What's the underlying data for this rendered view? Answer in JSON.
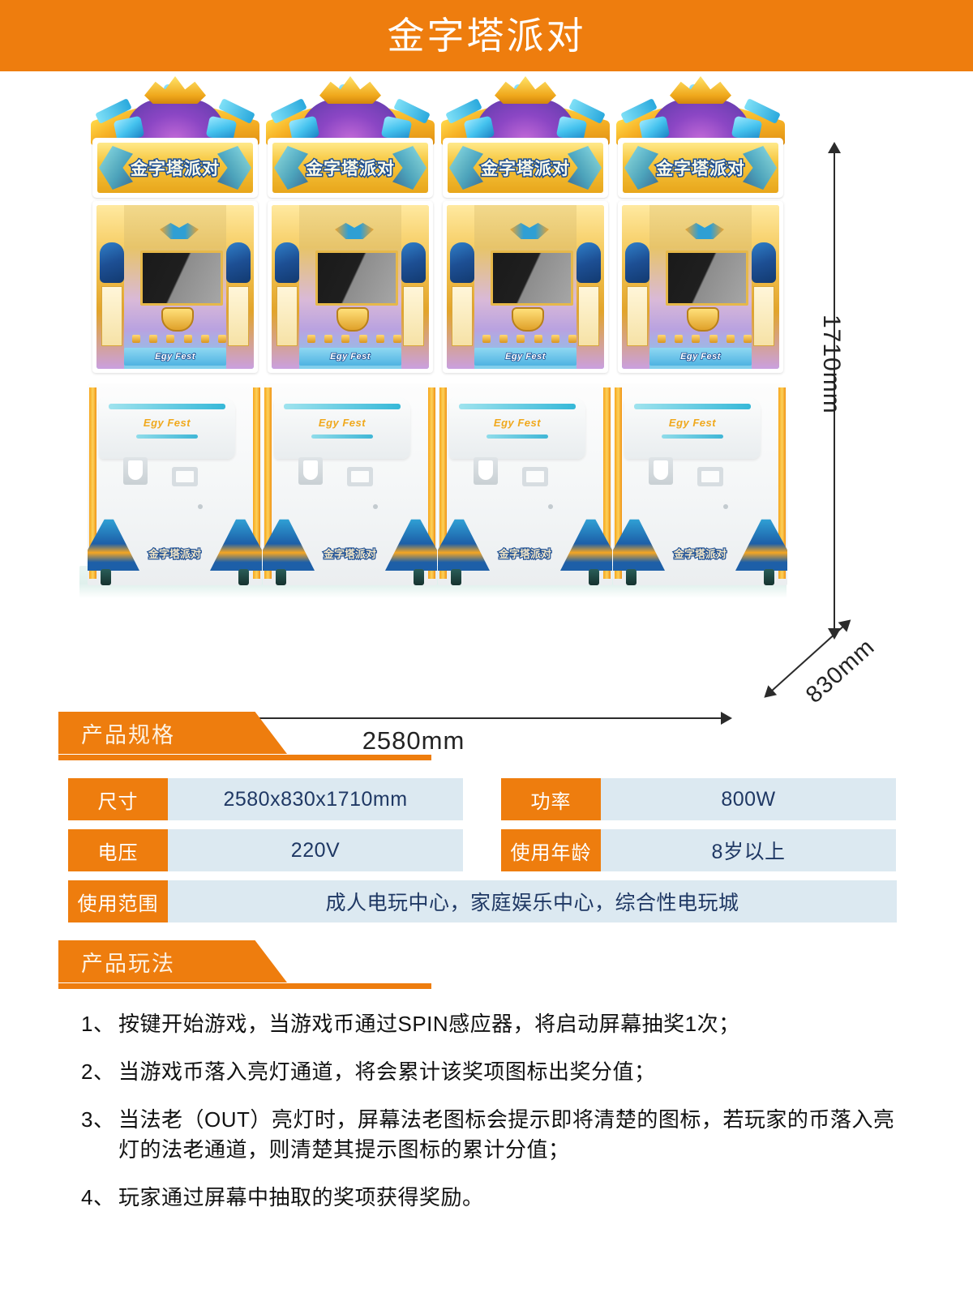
{
  "header": {
    "title": "金字塔派对"
  },
  "product_image": {
    "cabinet_count": 4,
    "marquee_text": "金字塔派对",
    "console_brand": "Egy Fest",
    "screen_footer_text": "Egy Fest",
    "base_logo_text": "金字塔派对",
    "dimensions": {
      "height_label": "1710mm",
      "width_label": "2580mm",
      "depth_label": "830mm"
    }
  },
  "sections": {
    "spec": {
      "tab_label": "产品规格",
      "rows": [
        {
          "key": "尺寸",
          "value": "2580x830x1710mm"
        },
        {
          "key": "功率",
          "value": "800W"
        },
        {
          "key": "电压",
          "value": "220V"
        },
        {
          "key": "使用年龄",
          "value": "8岁以上"
        },
        {
          "key": "使用范围",
          "value": "成人电玩中心，家庭娱乐中心，综合性电玩城"
        }
      ]
    },
    "gameplay": {
      "tab_label": "产品玩法",
      "items": [
        {
          "num": "1、",
          "text": "按键开始游戏，当游戏币通过SPIN感应器，将启动屏幕抽奖1次；"
        },
        {
          "num": "2、",
          "text": "当游戏币落入亮灯通道，将会累计该奖项图标出奖分值；"
        },
        {
          "num": "3、",
          "text": "当法老（OUT）亮灯时，屏幕法老图标会提示即将清楚的图标，若玩家的币落入亮灯的法老通道，则清楚其提示图标的累计分值；"
        },
        {
          "num": "4、",
          "text": "玩家通过屏幕中抽取的奖项获得奖励。"
        }
      ]
    }
  },
  "colors": {
    "brand_orange": "#ee7d0e",
    "spec_value_bg": "#dce9f1",
    "spec_value_text": "#1f3864"
  }
}
